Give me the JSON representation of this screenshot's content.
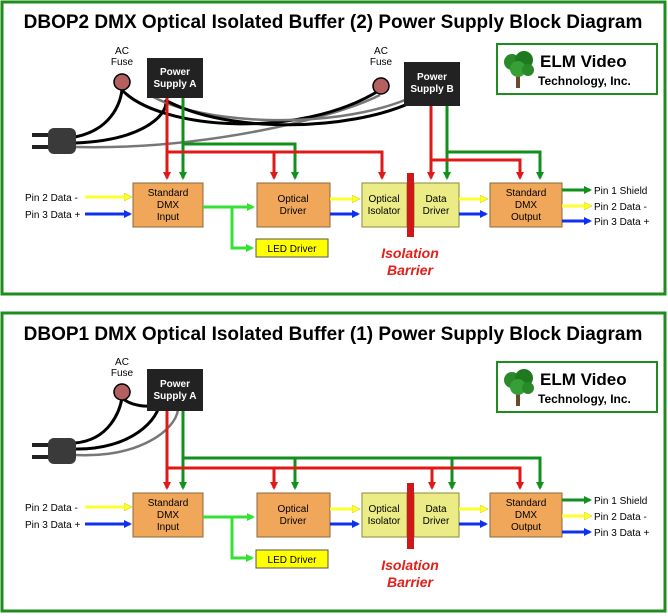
{
  "colors": {
    "frame": "#1e8c1e",
    "block_orange": "#f0a75a",
    "block_yellow": "#ecec86",
    "led_yellow": "#ffff00",
    "psu_black": "#222222",
    "fuse": "#b56060",
    "red": "#e01818",
    "green": "#12901e",
    "light_green": "#33e233",
    "yellow": "#ffff30",
    "blue": "#1030f0",
    "barrier": "#d01818"
  },
  "panel_top": {
    "title": "DBOP2 DMX Optical Isolated Buffer (2) Power Supply Block Diagram",
    "fuse_a": "AC\nFuse",
    "fuse_b": "AC\nFuse",
    "psu_a": "Power\nSupply A",
    "psu_b": "Power\nSupply B",
    "input_pin2": "Pin 2 Data -",
    "input_pin3": "Pin 3 Data +",
    "block_input": "Standard\nDMX\nInput",
    "block_optical_driver": "Optical\nDriver",
    "block_optical_isolator": "Optical\nIsolator",
    "block_data_driver": "Data\nDriver",
    "block_output": "Standard\nDMX\nOutput",
    "block_led": "LED Driver",
    "barrier": "Isolation\nBarrier",
    "out_pin1": "Pin 1 Shield",
    "out_pin2": "Pin 2 Data -",
    "out_pin3": "Pin 3 Data +",
    "logo_line1": "ELM Video",
    "logo_line2": "Technology, Inc."
  },
  "panel_bottom": {
    "title": "DBOP1 DMX Optical Isolated Buffer (1) Power Supply Block Diagram",
    "fuse_a": "AC\nFuse",
    "psu_a": "Power\nSupply A",
    "input_pin2": "Pin 2 Data -",
    "input_pin3": "Pin 3 Data +",
    "block_input": "Standard\nDMX\nInput",
    "block_optical_driver": "Optical\nDriver",
    "block_optical_isolator": "Optical\nIsolator",
    "block_data_driver": "Data\nDriver",
    "block_output": "Standard\nDMX\nOutput",
    "block_led": "LED Driver",
    "barrier": "Isolation\nBarrier",
    "out_pin1": "Pin 1 Shield",
    "out_pin2": "Pin 2 Data -",
    "out_pin3": "Pin 3 Data +",
    "logo_line1": "ELM Video",
    "logo_line2": "Technology, Inc."
  }
}
